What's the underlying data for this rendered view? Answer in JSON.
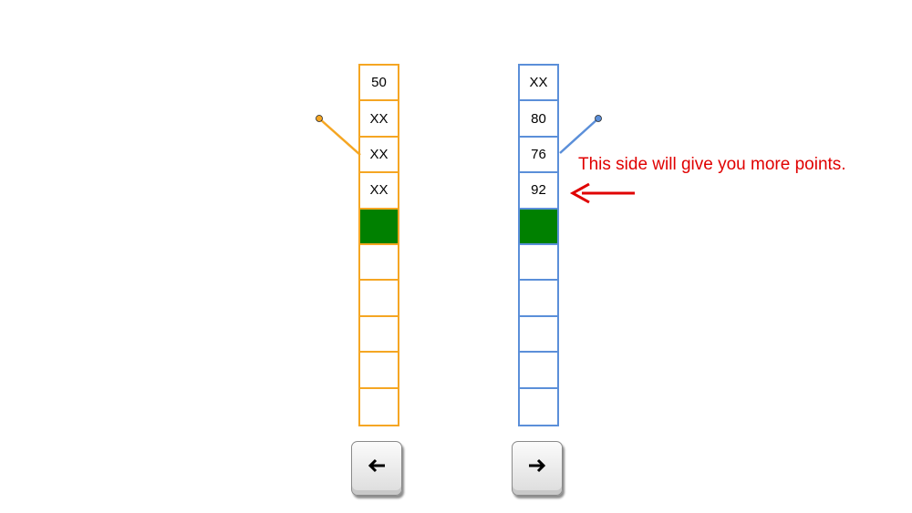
{
  "left_column": {
    "color": "#f5a623",
    "cells": [
      "50",
      "XX",
      "XX",
      "XX",
      "",
      "",
      "",
      "",
      "",
      ""
    ],
    "marker_index": 4
  },
  "right_column": {
    "color": "#5b8fd9",
    "cells": [
      "XX",
      "80",
      "76",
      "92",
      "",
      "",
      "",
      "",
      "",
      ""
    ],
    "marker_index": 4
  },
  "marker_color": "#008000",
  "annotation": {
    "text": "This side will give you more points.",
    "color": "#e00000"
  },
  "buttons": {
    "left_icon": "left-arrow-icon",
    "right_icon": "right-arrow-icon"
  }
}
